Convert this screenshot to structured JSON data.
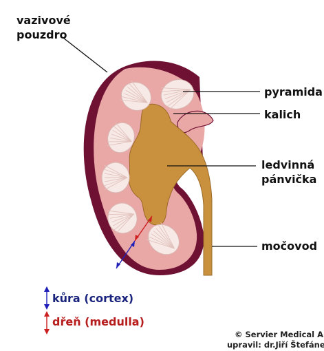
{
  "labels": {
    "capsule": [
      "vazivové",
      "pouzdro"
    ],
    "pyramid": "pyramida",
    "calyx": "kalich",
    "pelvis": [
      "ledvinná",
      "pánvička"
    ],
    "ureter": "močovod"
  },
  "legend": {
    "cortex": "kůra (cortex)",
    "medulla": "dřeň (medulla)"
  },
  "credit": {
    "line1": "© Servier Medical Art",
    "line2": "upravil: dr.Jiří Štefánek"
  },
  "colors": {
    "capsule": "#6f1133",
    "cortex": "#e9a7a6",
    "pelvis": "#c9913e",
    "pyramid": "#f7e9e6",
    "cortex_marker": "#1f1fb8",
    "medulla_marker": "#cc1f1f"
  }
}
